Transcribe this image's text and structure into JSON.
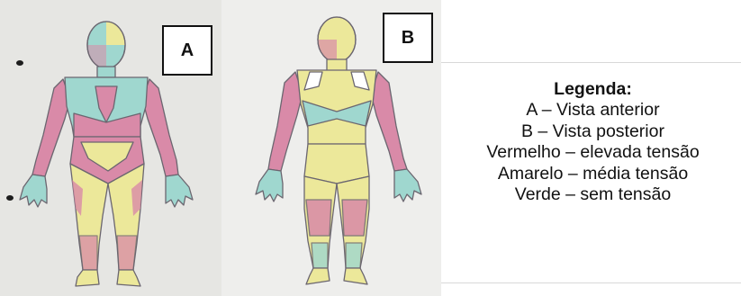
{
  "panel_labels": {
    "a": "A",
    "b": "B"
  },
  "legend": {
    "title": "Legenda:",
    "lines": [
      "A – Vista anterior",
      "B – Vista posterior",
      "Vermelho – elevada tensão",
      "Amarelo – média tensão",
      "Verde – sem tensão"
    ]
  },
  "colors": {
    "vermelho": "#d98aa8",
    "amarelo": "#ece89a",
    "verde": "#9fd7cf",
    "outline": "#6b6670"
  }
}
